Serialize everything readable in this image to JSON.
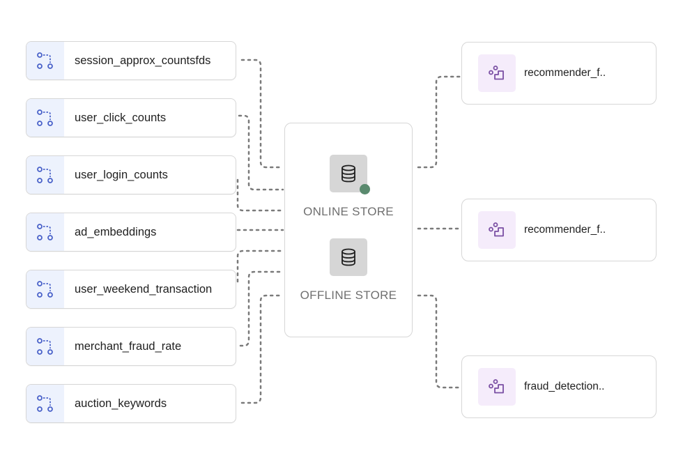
{
  "feature_views": [
    {
      "label": "session_approx_countsfds",
      "icon": "feature-view-icon"
    },
    {
      "label": "user_click_counts",
      "icon": "feature-view-icon"
    },
    {
      "label": "user_login_counts",
      "icon": "feature-view-icon"
    },
    {
      "label": "ad_embeddings",
      "icon": "feature-view-icon"
    },
    {
      "label": "user_weekend_transaction",
      "icon": "feature-view-icon"
    },
    {
      "label": "merchant_fraud_rate",
      "icon": "feature-view-icon"
    },
    {
      "label": "auction_keywords",
      "icon": "feature-view-icon"
    }
  ],
  "stores": {
    "online": {
      "label": "ONLINE STORE",
      "icon": "database-icon",
      "status": "active"
    },
    "offline": {
      "label": "OFFLINE STORE",
      "icon": "database-icon"
    }
  },
  "services": [
    {
      "label": "recommender_f..",
      "icon": "feature-service-icon"
    },
    {
      "label": "recommender_f..",
      "icon": "feature-service-icon"
    },
    {
      "label": "fraud_detection..",
      "icon": "feature-service-icon"
    }
  ],
  "colors": {
    "feature_view_icon": "#4a62c9",
    "feature_view_icon_bg": "#edf2fd",
    "service_icon": "#7a4fa3",
    "service_icon_bg": "#f5ecfb",
    "status_online": "#5a8a6e",
    "edge": "#7a7a7a"
  }
}
